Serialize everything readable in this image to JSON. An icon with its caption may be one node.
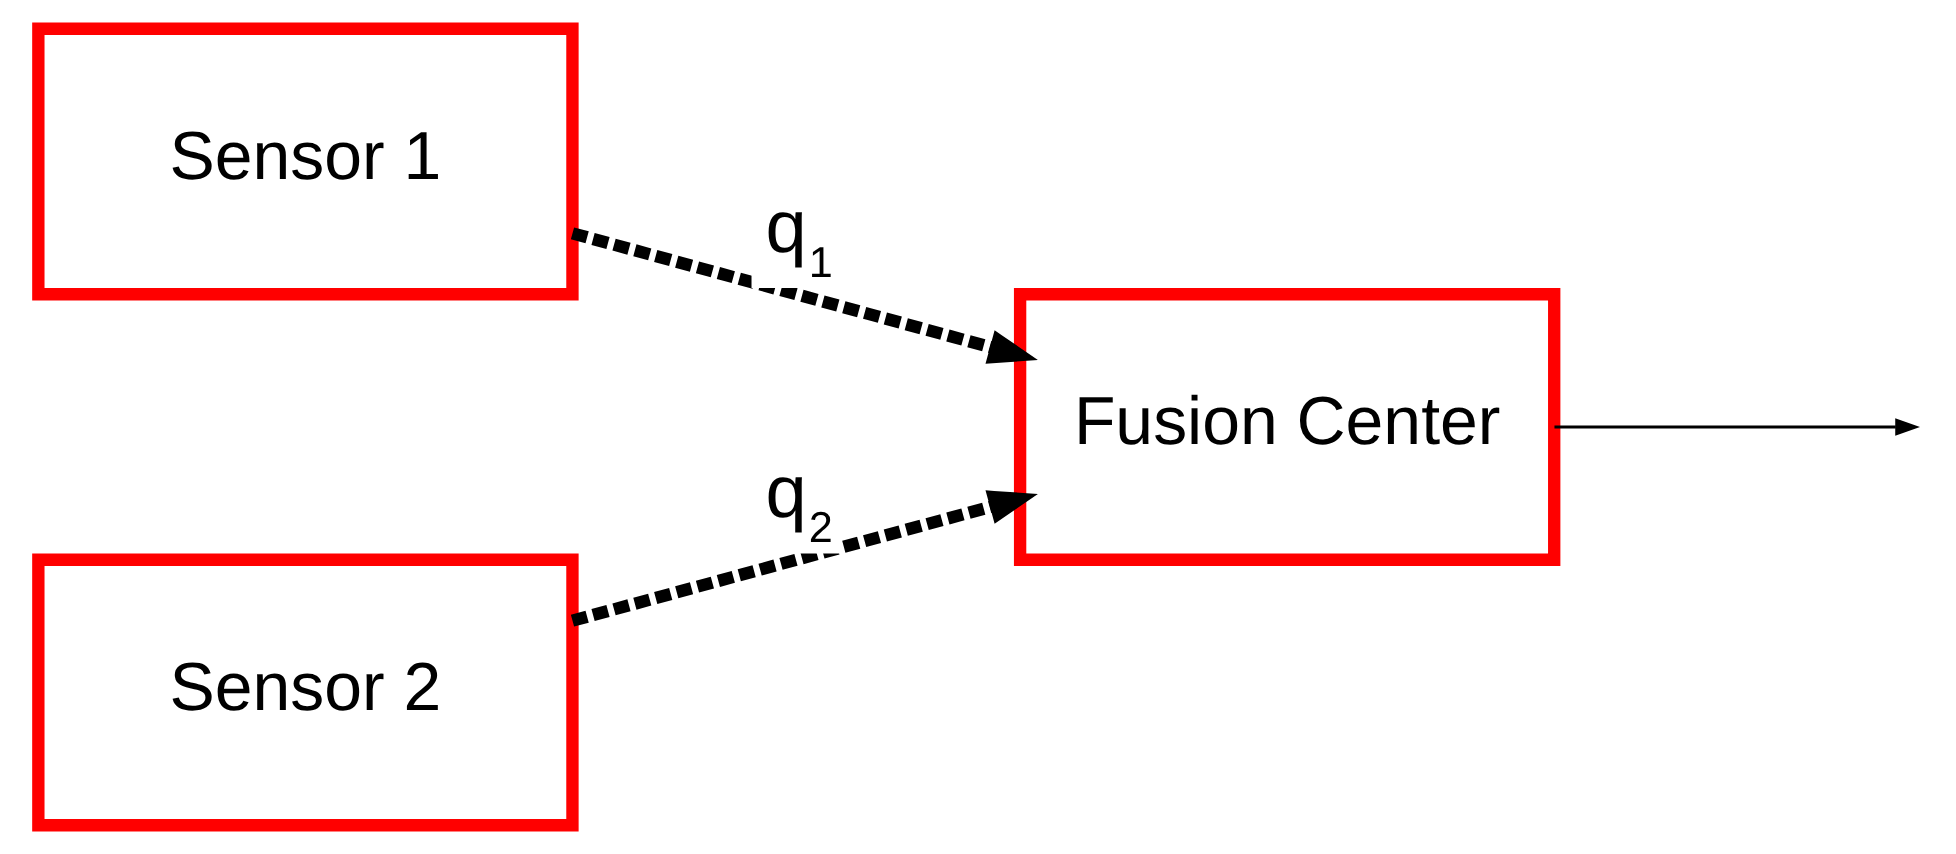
{
  "diagram": {
    "nodes": [
      {
        "text": [
          "Sensor 1"
        ]
      },
      {
        "text": [
          "Sensor 2"
        ]
      },
      {
        "text": [
          "Fusion Center"
        ]
      }
    ],
    "edges": [
      {
        "from": 0,
        "to": 2,
        "arrow": "to",
        "label": "q$_{1}$",
        "style": "dashed"
      },
      {
        "from": 1,
        "to": 2,
        "arrow": "to",
        "label": "q$_{2}$",
        "style": "dashed"
      },
      {
        "from": 2,
        "to": null,
        "arrow": "to"
      }
    ]
  }
}
